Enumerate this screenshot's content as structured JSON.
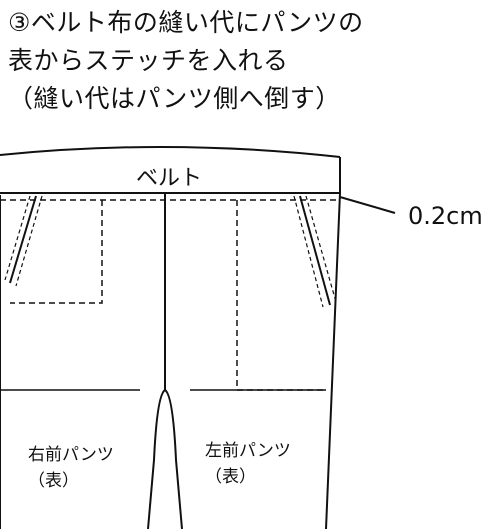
{
  "title": {
    "line1": "③ベルト布の縫い代にパンツの",
    "line2": "表からステッチを入れる",
    "line3": "（縫い代はパンツ側へ倒す）"
  },
  "diagram": {
    "belt_label": "ベルト",
    "measure_label": "0.2cm",
    "right_front": {
      "line1": "右前パンツ",
      "line2": "（表）"
    },
    "left_front": {
      "line1": "左前パンツ",
      "line2": "（表）"
    }
  }
}
